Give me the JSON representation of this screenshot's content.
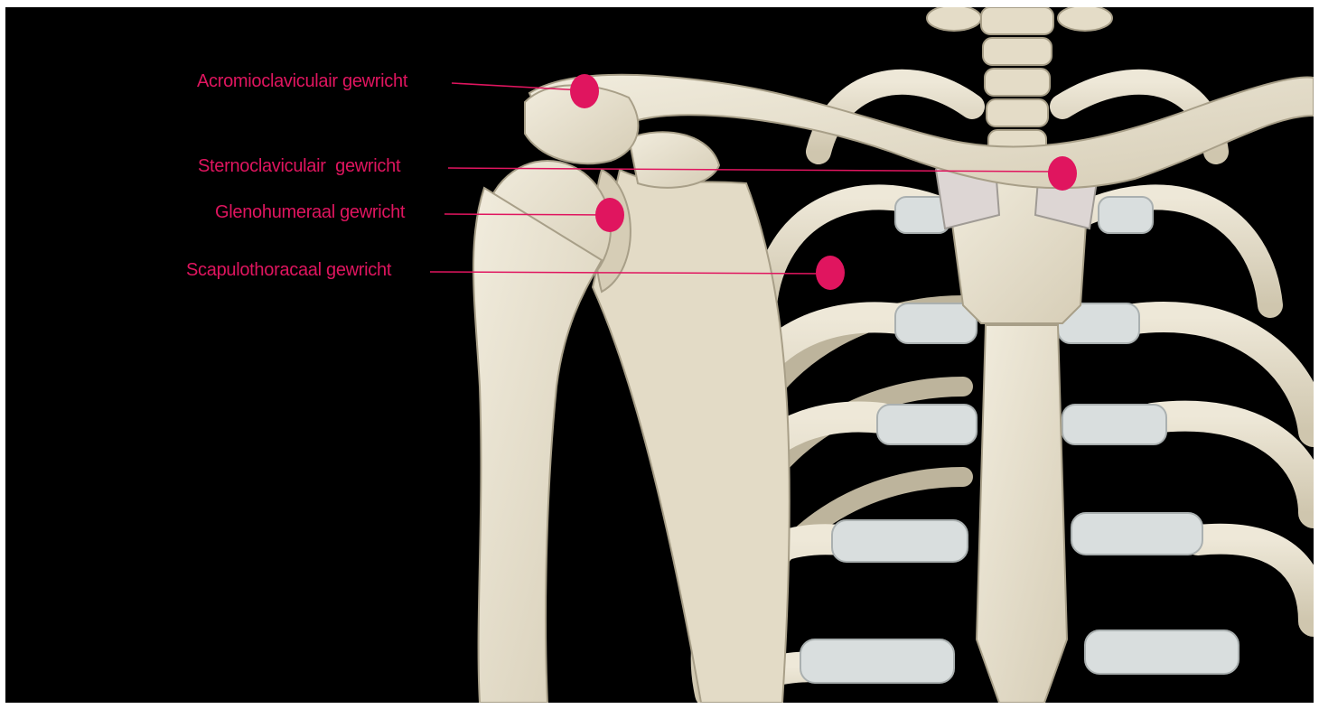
{
  "figure": {
    "background_color": "#000000",
    "bone_color": "#e8e1cf",
    "cartilage_color": "#d9dede",
    "accent_color": "#e0155f",
    "labels": [
      {
        "id": "ac",
        "text": "Acromioclaviculair gewricht"
      },
      {
        "id": "sc",
        "text": "Sternoclaviculair  gewricht"
      },
      {
        "id": "gh",
        "text": "Glenohumeraal gewricht"
      },
      {
        "id": "st",
        "text": "Scapulothoracaal gewricht"
      }
    ]
  }
}
